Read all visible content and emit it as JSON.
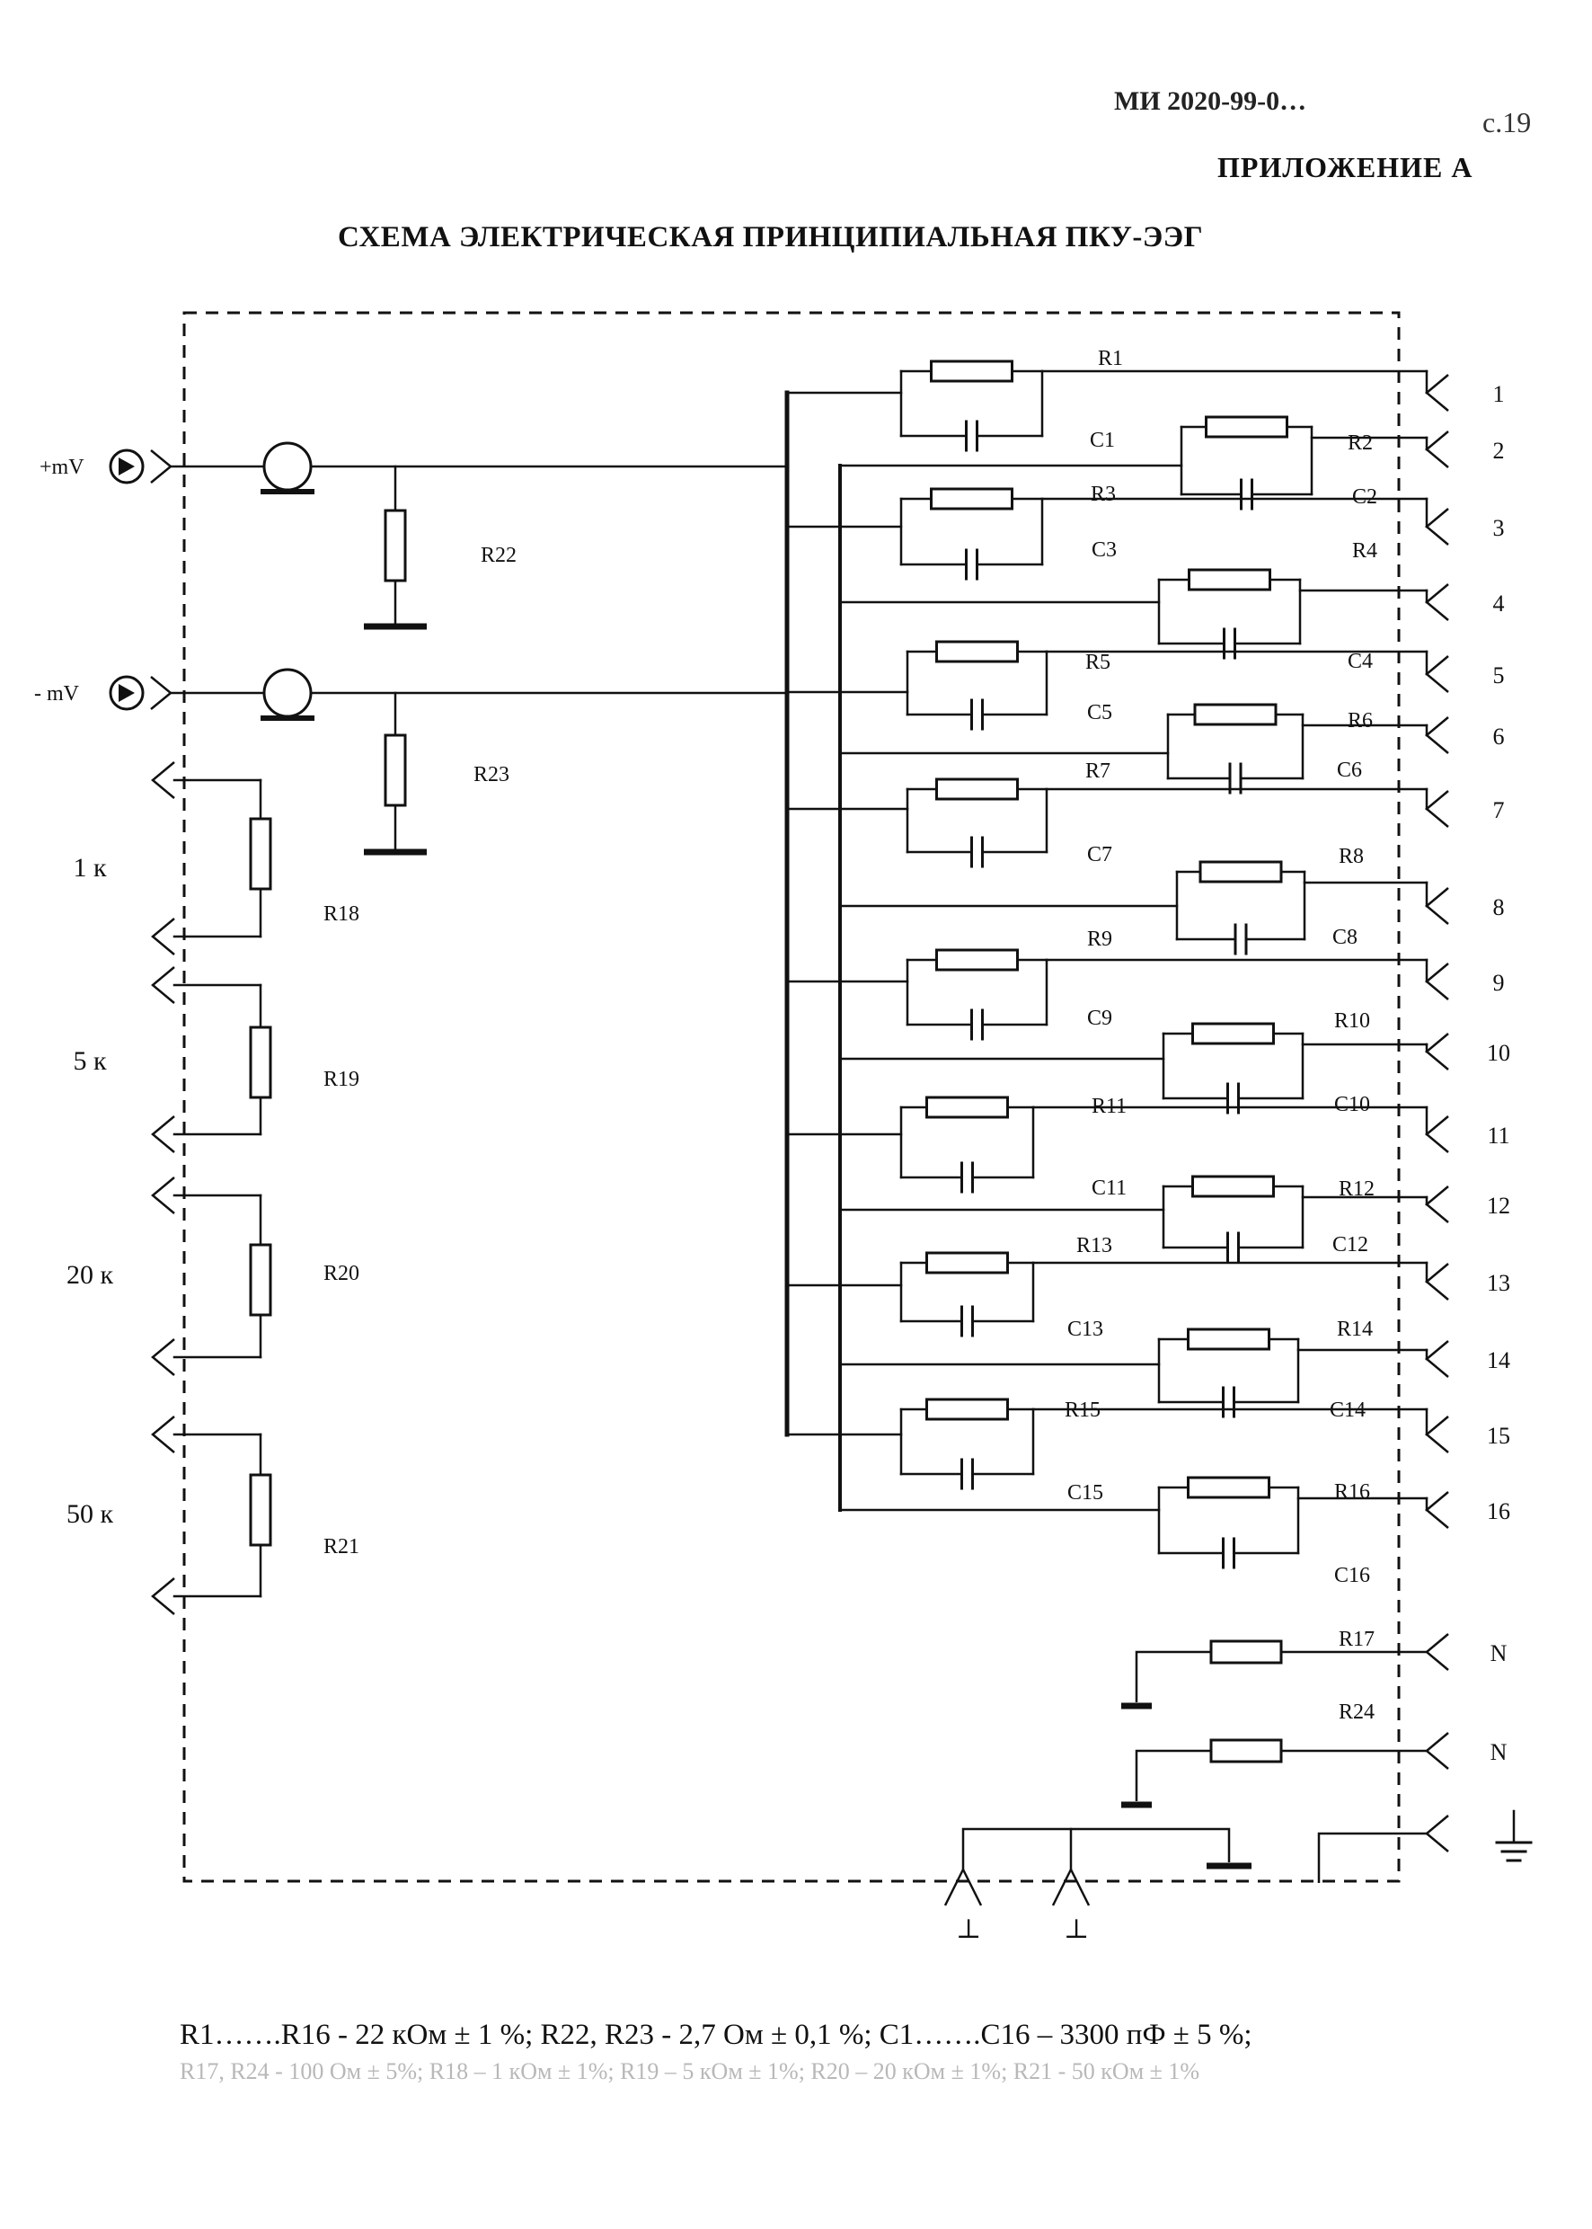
{
  "header": {
    "doc_code": "МИ 2020-99-0…",
    "page": "с.19",
    "appendix": "ПРИЛОЖЕНИЕ А",
    "title": "СХЕМА ЭЛЕКТРИЧЕСКАЯ ПРИНЦИПИАЛЬНАЯ ПКУ-ЭЭГ"
  },
  "inputs": {
    "plus_mv": "+mV",
    "minus_mv": "- mV"
  },
  "shunt_labels": [
    "R22",
    "R23"
  ],
  "range_resistors": [
    {
      "range": "1 к",
      "label": "R18"
    },
    {
      "range": "5 к",
      "label": "R19"
    },
    {
      "range": "20 к",
      "label": "R20"
    },
    {
      "range": "50 к",
      "label": "R21"
    }
  ],
  "channels": [
    {
      "pin": "1",
      "r": "R1",
      "c": "C1"
    },
    {
      "pin": "2",
      "r": "R2",
      "c": "C2"
    },
    {
      "pin": "3",
      "r": "R3",
      "c": "C3"
    },
    {
      "pin": "4",
      "r": "R4",
      "c": "C4"
    },
    {
      "pin": "5",
      "r": "R5",
      "c": "C5"
    },
    {
      "pin": "6",
      "r": "R6",
      "c": "C6"
    },
    {
      "pin": "7",
      "r": "R7",
      "c": "C7"
    },
    {
      "pin": "8",
      "r": "R8",
      "c": "C8"
    },
    {
      "pin": "9",
      "r": "R9",
      "c": "C9"
    },
    {
      "pin": "10",
      "r": "R10",
      "c": "C10"
    },
    {
      "pin": "11",
      "r": "R11",
      "c": "C11"
    },
    {
      "pin": "12",
      "r": "R12",
      "c": "C12"
    },
    {
      "pin": "13",
      "r": "R13",
      "c": "C13"
    },
    {
      "pin": "14",
      "r": "R14",
      "c": "C14"
    },
    {
      "pin": "15",
      "r": "R15",
      "c": "C15"
    },
    {
      "pin": "16",
      "r": "R16",
      "c": "C16"
    }
  ],
  "neutral": [
    {
      "pin": "N",
      "label": "R17"
    },
    {
      "pin": "N",
      "label": "R24"
    }
  ],
  "ground_symbol": "⊥",
  "notes": {
    "line1": "R1…….R16  - 22 кОм ± 1 %;  R22, R23  - 2,7 Ом ± 0,1 %;  C1…….C16 – 3300 пФ ± 5 %;",
    "line2": "R17, R24 - 100 Ом ± 5%; R18 – 1 кОм ± 1%; R19 – 5 кОм ± 1%; R20 – 20 кОм ± 1%; R21 - 50 кОм ± 1%"
  }
}
